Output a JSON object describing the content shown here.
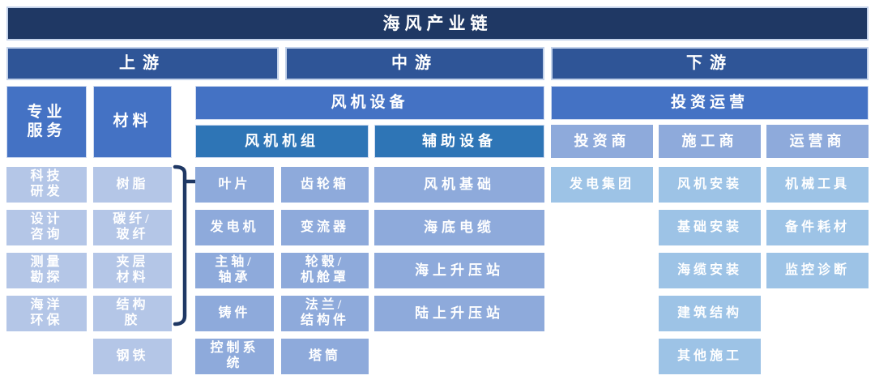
{
  "title": "海风产业链",
  "tiers": {
    "upstream": "上游",
    "midstream": "中游",
    "downstream": "下游"
  },
  "upstream": {
    "services": {
      "header": "专业\n服务",
      "items": [
        "科技\n研发",
        "设计\n咨询",
        "测量\n勘探",
        "海洋\n环保"
      ]
    },
    "materials": {
      "header": "材料",
      "items": [
        "树脂",
        "碳纤/\n玻纤",
        "夹层\n材料",
        "结构\n胶",
        "钢铁"
      ]
    }
  },
  "midstream": {
    "equipment_header": "风机设备",
    "turbine": {
      "header": "风机机组",
      "col1": [
        "叶片",
        "发电机",
        "主轴/\n轴承",
        "铸件",
        "控制系\n统"
      ],
      "col2": [
        "齿轮箱",
        "变流器",
        "轮毂/\n机舱罩",
        "法兰/\n结构件",
        "塔筒"
      ]
    },
    "auxiliary": {
      "header": "辅助设备",
      "items": [
        "风机基础",
        "海底电缆",
        "海上升压站",
        "陆上升压站"
      ]
    }
  },
  "downstream": {
    "operation_header": "投资运营",
    "investors": {
      "header": "投资商",
      "items": [
        "发电集团"
      ]
    },
    "constructors": {
      "header": "施工商",
      "items": [
        "风机安装",
        "基础安装",
        "海缆安装",
        "建筑结构",
        "其他施工"
      ]
    },
    "operators": {
      "header": "运营商",
      "items": [
        "机械工具",
        "备件耗材",
        "监控诊断"
      ]
    }
  },
  "colors": {
    "title_bg": "#1F3864",
    "tier_bg": "#2F5597",
    "group_bg": "#4472C4",
    "subgroup_bg": "#2E75B6",
    "item_light_bg": "#B4C6E7",
    "item_medium_bg": "#8EAADB",
    "item_sky_bg": "#9DC3E6",
    "brace_color": "#1F3864",
    "text_color": "#FFFFFF"
  }
}
